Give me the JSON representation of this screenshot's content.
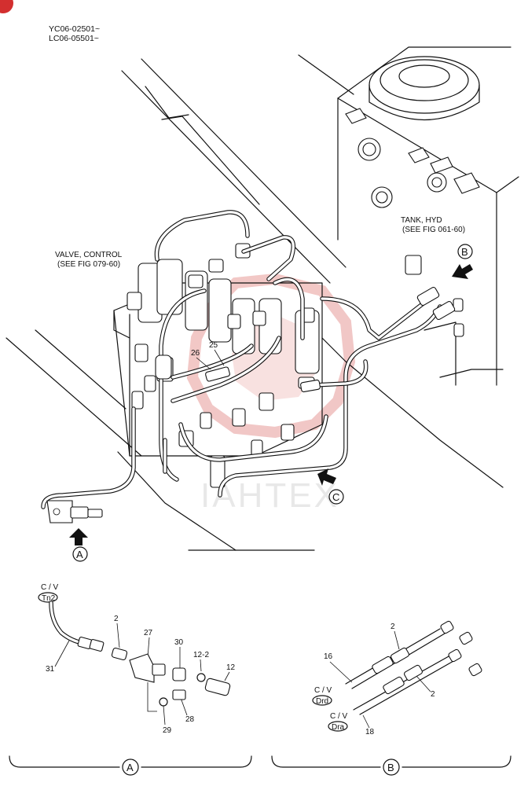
{
  "header": {
    "serial_1": "YC06-02501~",
    "serial_2": "LC06-05501~"
  },
  "callouts": {
    "valve_control_1": "VALVE, CONTROL",
    "valve_control_2": "(SEE FIG 079-60)",
    "tank_hyd_1": "TANK, HYD",
    "tank_hyd_2": "(SEE FIG 061-60)"
  },
  "views": {
    "a": "A",
    "b": "B",
    "c": "C"
  },
  "part_numbers": {
    "p26": "26",
    "p25": "25",
    "a_2": "2",
    "a_27": "27",
    "a_30": "30",
    "a_12_2": "12-2",
    "a_12": "12",
    "a_31": "31",
    "a_28": "28",
    "a_29": "29",
    "b_2_top": "2",
    "b_16": "16",
    "b_2_mid": "2",
    "b_18": "18"
  },
  "ports": {
    "cv_1": "C / V",
    "tn2": "Tn2",
    "cv_2": "C / V",
    "drd": "Drd",
    "cv_3": "C / V",
    "dra": "Dra"
  },
  "watermark": "IAHTEX",
  "colors": {
    "line": "#111111",
    "watermark": "#d9534f",
    "corner_badge": "#d32f2f"
  }
}
